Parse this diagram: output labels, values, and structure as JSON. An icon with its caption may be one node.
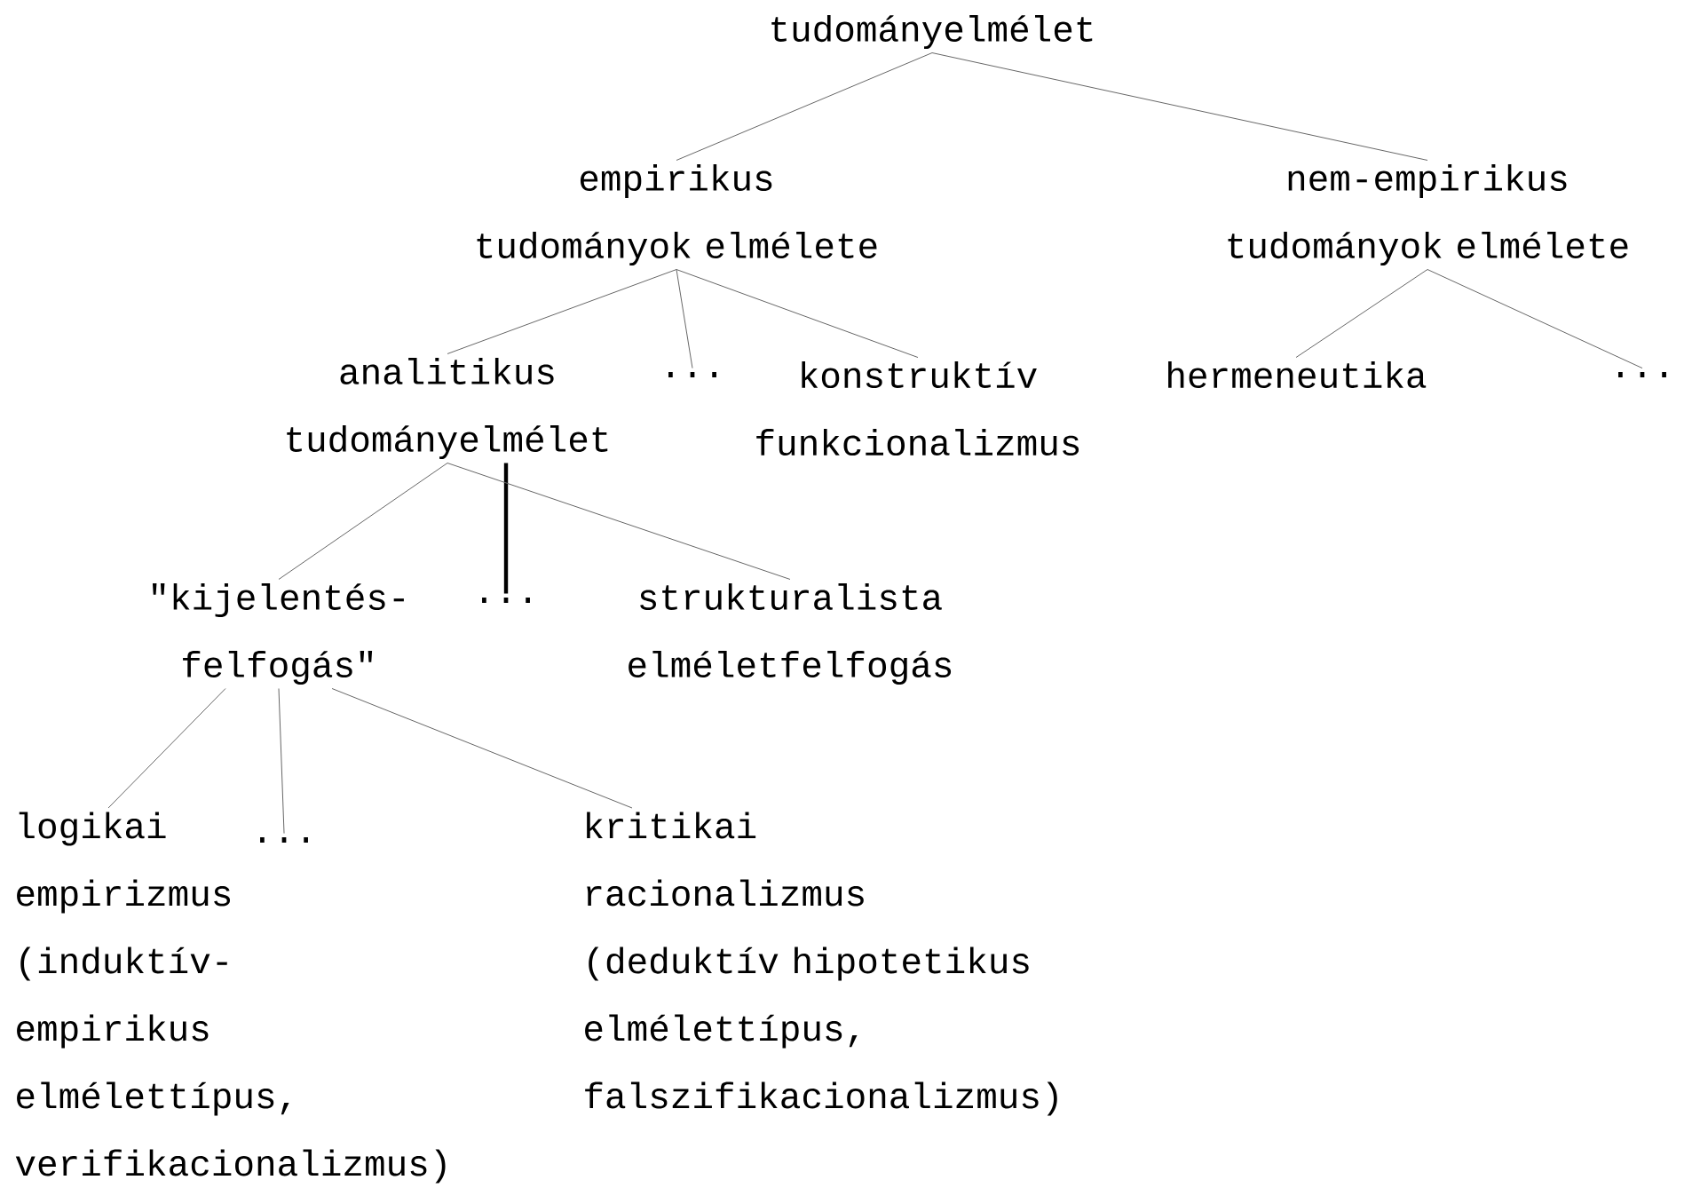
{
  "diagram": {
    "nodes": [
      {
        "text": [
          "tudományelmélet"
        ]
      },
      {
        "text": [
          "empirikus tudományok elmélete"
        ]
      },
      {
        "text": [
          "nem-empirikus tudományok elmélete"
        ]
      },
      {
        "text": [
          "analitikus tudományelmélet"
        ]
      },
      {
        "text": [
          "..."
        ]
      },
      {
        "text": [
          "konstruktív funkcionalizmus"
        ]
      },
      {
        "text": [
          "hermeneutika"
        ]
      },
      {
        "text": [
          "..."
        ]
      },
      {
        "text": [
          "\"kijelentés- felfogás\""
        ]
      },
      {
        "text": [
          "..."
        ]
      },
      {
        "text": [
          "strukturalista elméletfelfogás"
        ]
      },
      {
        "text": [
          "logikai empirizmus (induktív- empirikus elmélettípus, verifikacionalizmus)"
        ]
      },
      {
        "text": [
          "..."
        ]
      },
      {
        "text": [
          "kritikai racionalizmus (deduktív hipotetikus elmélettípus, falszifikacionalizmus)"
        ]
      }
    ],
    "edges": [
      {
        "from": 0,
        "to": 1,
        "arrow": "none"
      },
      {
        "from": 0,
        "to": 2,
        "arrow": "none"
      },
      {
        "from": 1,
        "to": 3,
        "arrow": "none"
      },
      {
        "from": 1,
        "to": 4,
        "arrow": "none"
      },
      {
        "from": 1,
        "to": 5,
        "arrow": "none"
      },
      {
        "from": 2,
        "to": 6,
        "arrow": "none"
      },
      {
        "from": 2,
        "to": 7,
        "arrow": "none"
      },
      {
        "from": 3,
        "to": 8,
        "arrow": "none"
      },
      {
        "from": 3,
        "to": 9,
        "arrow": "none",
        "style": "thick",
        "color": "#000000"
      },
      {
        "from": 3,
        "to": 10,
        "arrow": "none"
      },
      {
        "from": 8,
        "to": 11,
        "arrow": "none"
      },
      {
        "from": 8,
        "to": 12,
        "arrow": "none"
      },
      {
        "from": 8,
        "to": 13,
        "arrow": "none"
      }
    ]
  }
}
